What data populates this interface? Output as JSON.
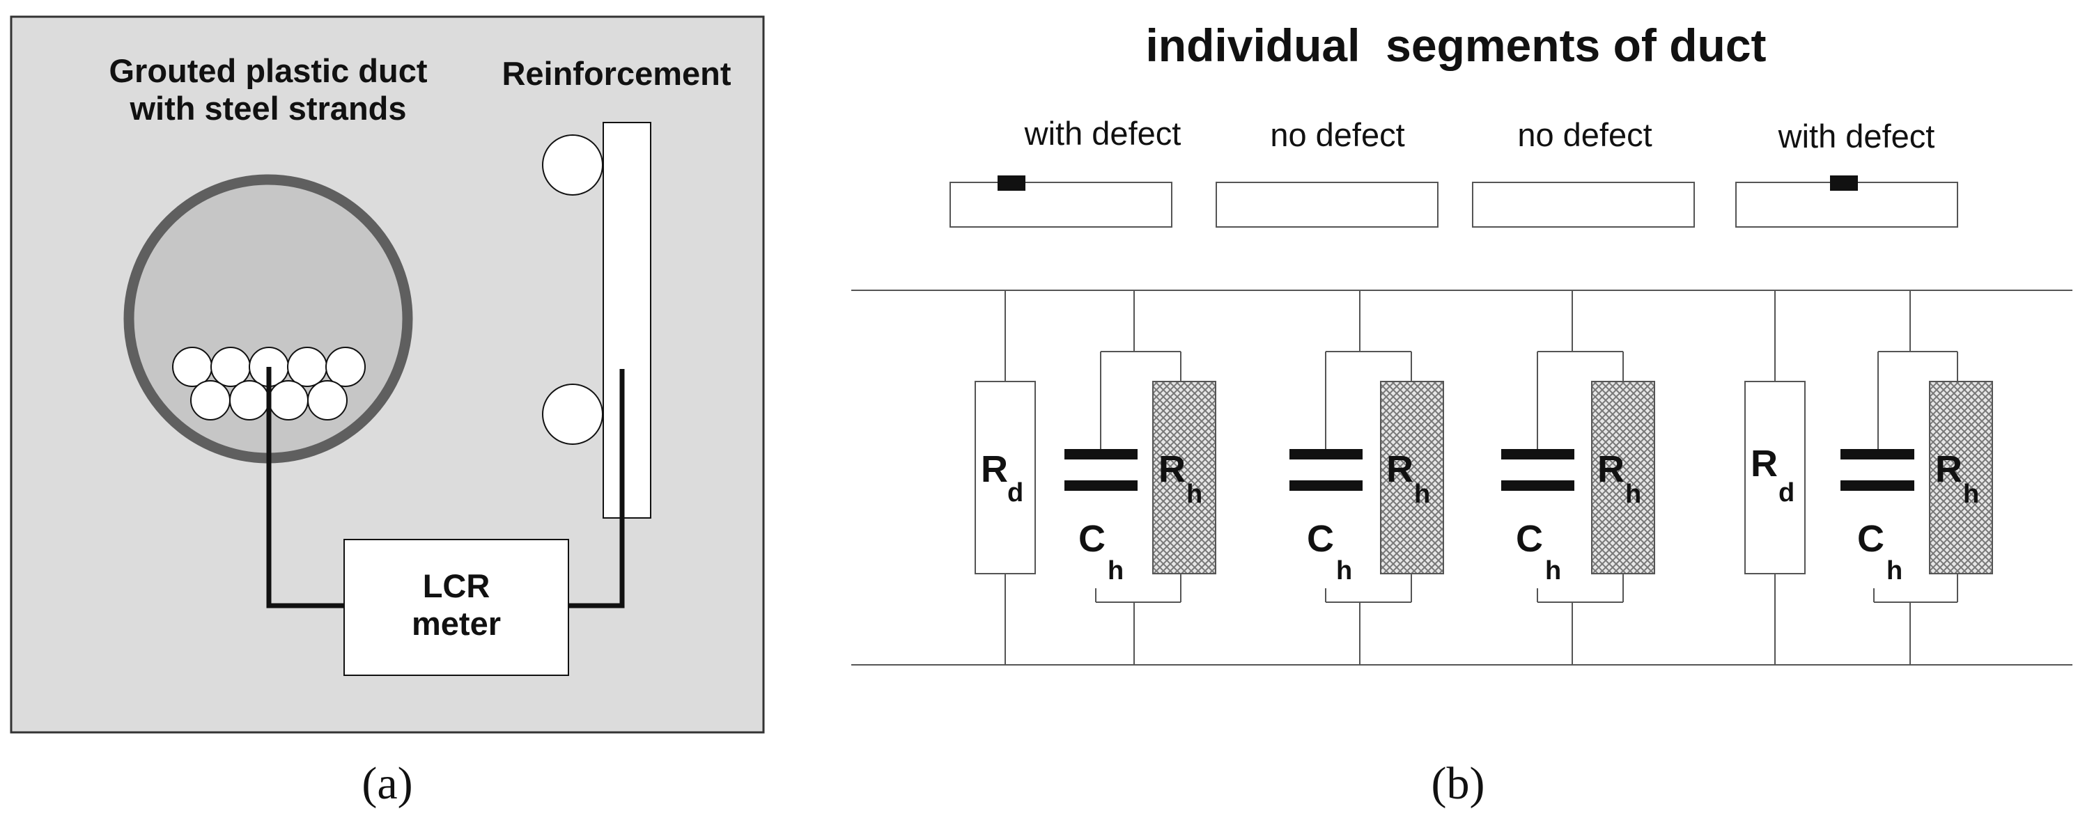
{
  "panel_a": {
    "title_line1": "Grouted plastic duct",
    "title_line2": "with steel strands",
    "reinforcement_label": "Reinforcement",
    "meter_line1": "LCR",
    "meter_line2": "meter",
    "caption": "(a)",
    "colors": {
      "background": "#dcdcdc",
      "duct_fill": "#c6c6c6",
      "duct_ring": "#5f5f5f"
    }
  },
  "panel_b": {
    "title": "individual  segments of duct",
    "segments": [
      {
        "label": "with defect",
        "defect": true
      },
      {
        "label": "no defect",
        "defect": false
      },
      {
        "label": "no defect",
        "defect": false
      },
      {
        "label": "with defect",
        "defect": true
      }
    ],
    "components": {
      "rd_main": "R",
      "rd_sub": "d",
      "rh_main": "R",
      "rh_sub": "h",
      "ch_main": "C",
      "ch_sub": "h"
    },
    "caption": "(b)"
  }
}
